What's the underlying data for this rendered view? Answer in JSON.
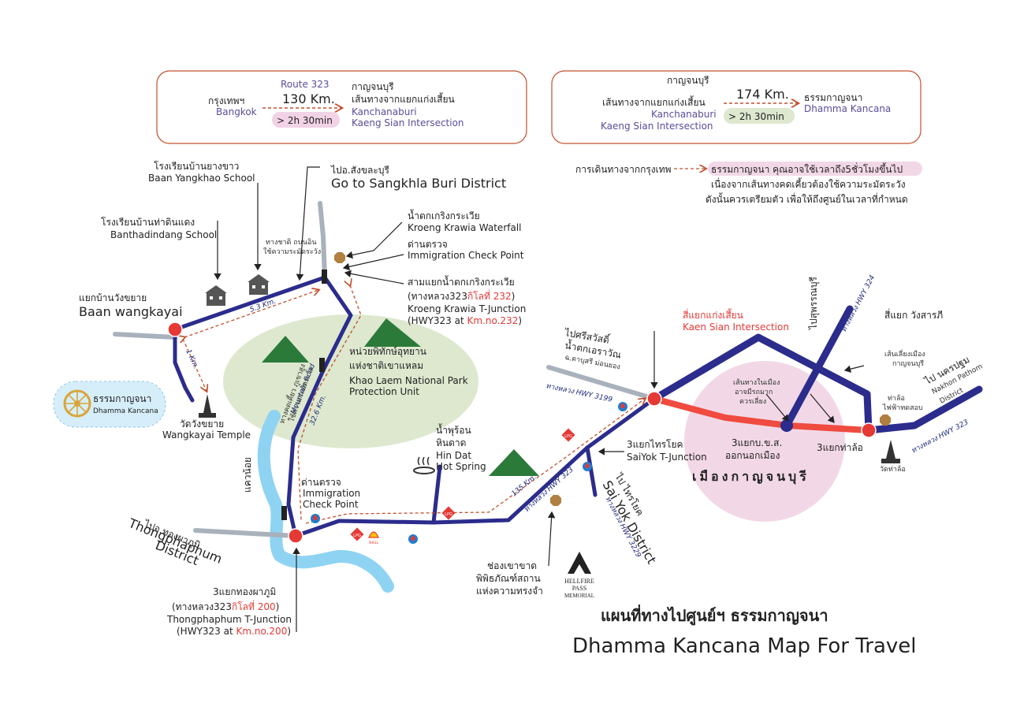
{
  "route_box_left": {
    "from_th": "กรุงเทพฯ",
    "from_en": "Bangkok",
    "route": "Route 323",
    "distance": "130 Km.",
    "time": "> 2h 30min",
    "to_th1": "กาญจนบุรี",
    "to_th2": "เส้นทางจากแยกแก่งเสี้ยน",
    "to_en1": "Kanchanaburi",
    "to_en2": "Kaeng Sian Intersection"
  },
  "route_box_right": {
    "from_th1": "กาญจนบุรี",
    "from_th2": "เส้นทางจากแยกแก่งเสี้ยน",
    "from_en1": "Kanchanaburi",
    "from_en2": "Kaeng Sian Intersection",
    "distance": "174 Km.",
    "time": "> 2h 30min",
    "to_th": "ธรรมกาญจนา",
    "to_en": "Dhamma Kancana"
  },
  "note": {
    "label": "การเดินทางจากกรุงเทพ",
    "line1": "ธรรมกาญจนา คุณอาจใช้เวลาถึง5ชั่วโมงขึ้นไป",
    "line2": "เนื่องจากเส้นทางคดเคี้ยวต้องใช้ความระมัดระวัง",
    "line3": "ดังนั้นควรเตรียมตัว เพื่อให้ถึงศูนย์ในเวลาที่กำหนด"
  },
  "places": {
    "baan_yangkhao_th": "โรงเรียนบ้านยางขาว",
    "baan_yangkhao_en": "Baan Yangkhao School",
    "banthadindang_th": "โรงเรียนบ้านท่าดินแดง",
    "banthadindang_en": "Banthadindang School",
    "wangkayai_th": "แยกบ้านวังขยาย",
    "wangkayai_en": "Baan wangkayai",
    "dhamma_th": "ธรรมกาญจนา",
    "dhamma_en": "Dhamma Kancana",
    "wat_th": "วัดวังขยาย",
    "wat_en": "Wangkayai Temple",
    "sangkhla_th": "ไปอ.สังขละบุรี",
    "sangkhla_en": "Go to Sangkhla Buri District",
    "waterfall_th": "น้ำตกเกริงกระเวีย",
    "waterfall_en": "Kroeng Krawia Waterfall",
    "checkpoint_th": "ด่านตรวจ",
    "checkpoint_en": "Immigration Check Point",
    "kroeng_junction_th": "สามแยกน้ำตกเกริงกระเวีย",
    "kroeng_hwy_th_pre": "(ทางหลวง323",
    "kroeng_hwy_th_km": "กิโลที่ 232",
    "kroeng_hwy_th_post": ")",
    "kroeng_junction_en": "Kroeng Krawia T-Junction",
    "kroeng_hwy_en_pre": "(HWY323 at ",
    "kroeng_hwy_en_km": "Km.no.232",
    "kroeng_hwy_en_post": ")",
    "park_th1": "หน่วยพิทักษ์อุทยาน",
    "park_th2": "แห่งชาติเขาแหลม",
    "park_en1": "Khao Laem National Park",
    "park_en2": "Protection Unit",
    "hotspring_th1": "น้ำพุร้อน",
    "hotspring_th2": "หินดาด",
    "hotspring_en1": "Hin Dat",
    "hotspring_en2": "Hot Spring",
    "checkpoint2_th": "ด่านตรวจ",
    "checkpoint2_en1": "Immigration",
    "checkpoint2_en2": "Check Point",
    "thongphaphum_go_th": "ไปอ.ทองผาภูมิ",
    "thongphaphum_go_en1": "Thongphaphum",
    "thongphaphum_go_en2": "District",
    "thong_junction_th": "3แยกทองผาภูมิ",
    "thong_hwy_th_pre": "(ทางหลวง323",
    "thong_hwy_th_km": "กิโลที่ 200",
    "thong_hwy_th_post": ")",
    "thong_junction_en": "Thongphaphum T-Junction",
    "thong_hwy_en_pre": "(HWY323 at ",
    "thong_hwy_en_km": "Km.no.200",
    "thong_hwy_en_post": ")",
    "river_th": "แควน้อย",
    "hellfire_th1": "ช่องเขาขาด",
    "hellfire_th2": "พิพิธภัณฑ์สถาน",
    "hellfire_th3": "แห่งความทรงจำ",
    "hellfire_logo1": "HELLFIRE",
    "hellfire_logo2": "PASS",
    "hellfire_logo3": "MEMORIAL",
    "saiyok_junction_th": "3แยกไทรโยค",
    "saiyok_junction_en": "SaiYok T-Junction",
    "saiyok_go_th": "ไป ไทรโยค",
    "saiyok_go_en1": "Sai Yok District",
    "srisawat_th1": "ไปศรีสวัสดิ์",
    "srisawat_th2": "น้ำตกเอราวัณ",
    "srisawat_th3": "ฉ.ดาบุสรี ม่อนยอง",
    "kaen_sian_th": "สี่แยกแก่งเสี้ยน",
    "kaen_sian_en": "Kaen Sian Intersection",
    "city_road_th1": "เส้นทางในเมือง",
    "city_road_th2": "อาจมีรถมาก",
    "city_road_th3": "ควรเลี่ยง",
    "bor_kor_sor_th1": "3แยกบ.ข.ส.",
    "bor_kor_sor_th2": "ออกนอกเมือง",
    "tha_lo_th": "3แยกท่าล้อ",
    "city_name_th": "เมืองกาญจนบุรี",
    "suphan_th1": "ไปสุพรรณบุรี",
    "suphan_th2": "ทางหลวง HWY 324",
    "wang_sarap_th": "สี่แยก วังสารภี",
    "bypass_th1": "เส้นเลี่ยงเมือง",
    "bypass_th2": "กาญจนบุรี",
    "thalo_port_th1": "ท่าล้อ",
    "thalo_port_th2": "ไฟฟ้าทดสอบ",
    "nakhon_th": "ไป นครปฐม",
    "nakhon_en1": "Nakhon Pathom",
    "nakhon_en2": "District",
    "thalo_temple_th": "วัดท่าล้อ",
    "school_note_th1": "ทางชาติ ถนนอิน",
    "school_note_th2": "ใช้ความระมัดระวัง",
    "mountain_note_th1": "ทางคดเคี้ยว ภูเขาสูง",
    "mountain_note_th2": "ใช้ความระมัดระวัง"
  },
  "roads": {
    "d_5_3": "5.3 Km.",
    "d_1": "1 Km.",
    "d_32_6": "32.6 Km.",
    "mountain_road": "Mountain Road",
    "d_135": "135 Km.",
    "hwy323_a": "ทางหลวง HWY 323",
    "hwy323_b": "ทางหลวง HWY 323",
    "hwy3199": "ทางหลวง HWY 3199",
    "hwy3229": "ทางหลวง HWY 3229",
    "hwy324": "ทางหลวง HWY 324"
  },
  "title": {
    "th": "แผนที่ทางไปศูนย์ฯ ธรรมกาญจนา",
    "en": "Dhamma Kancana Map For Travel"
  },
  "station_labels": {
    "lpg": "LPG",
    "shell": "SHELL"
  },
  "colors": {
    "road": "#2b2c8c",
    "route_red": "#ef4b3f",
    "river": "#8fd3f2",
    "park": "#dde8cf",
    "city": "#f2d8e6",
    "mountain": "#2c7a3a",
    "dash": "#c0502d"
  }
}
